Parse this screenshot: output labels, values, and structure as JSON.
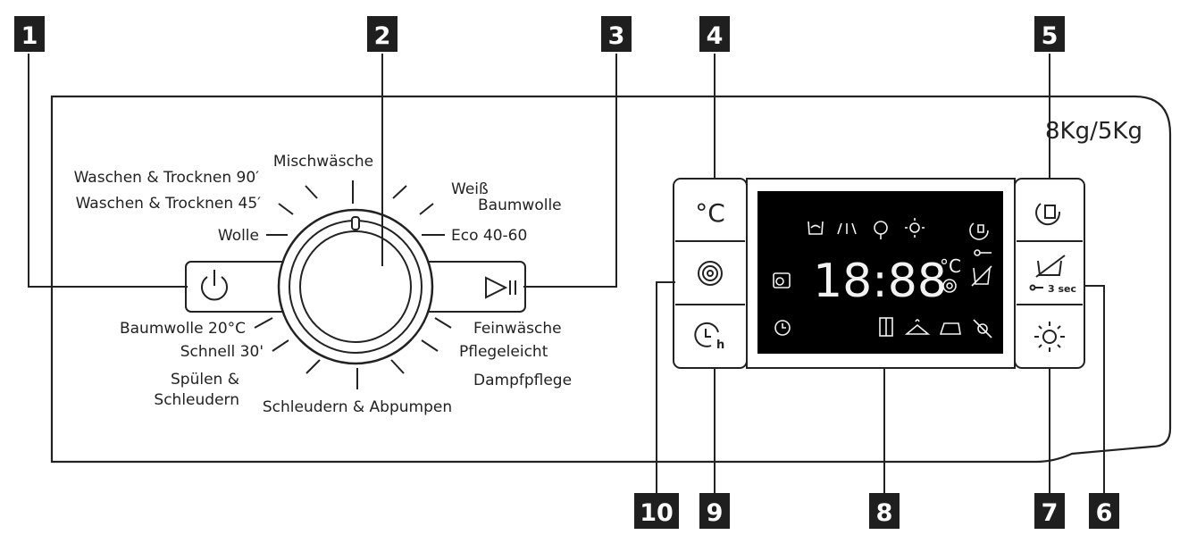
{
  "capacity": "8Kg/5Kg",
  "callouts": [
    "1",
    "2",
    "3",
    "4",
    "5",
    "6",
    "7",
    "8",
    "9",
    "10"
  ],
  "programs_left": [
    "Waschen & Trocknen 90′",
    "Waschen & Trocknen 45′",
    "Wolle",
    "Baumwolle 20°C",
    "Schnell 30'",
    "Spülen &",
    "Schleudern"
  ],
  "programs_top": "Mischwäsche",
  "programs_right": [
    "Weiß",
    "Baumwolle",
    "Eco 40-60",
    "Feinwäsche",
    "Pflegeleicht",
    "Dampfpflege"
  ],
  "programs_bottom": "Schleudern & Abpumpen",
  "display": {
    "time": "18:88",
    "temp_unit": "°C",
    "lock_hint": "3 sec"
  },
  "icons": {
    "power": "power-icon",
    "start_pause": "start-pause-icon",
    "temperature": "temperature-icon",
    "spin": "spin-icon",
    "delay_timer": "delay-timer-icon",
    "anti_crease": "anti-crease-icon",
    "child_lock": "child-lock-icon",
    "drying": "drying-icon"
  }
}
